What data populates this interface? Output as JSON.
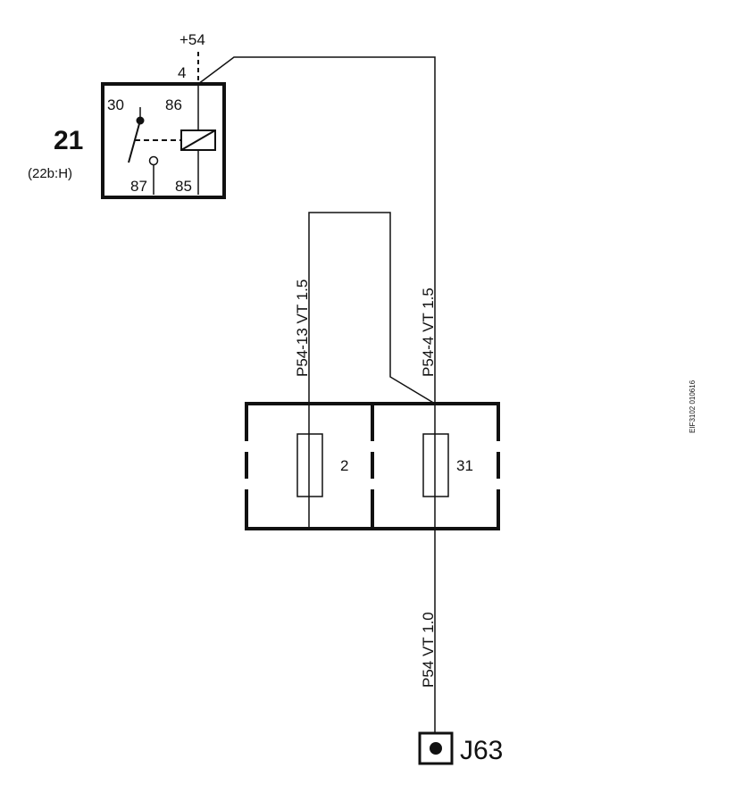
{
  "relay": {
    "number": "21",
    "location": "(22b:H)",
    "pin_30": "30",
    "pin_86": "86",
    "pin_87": "87",
    "pin_85": "85",
    "supply_pin": "4",
    "supply": "+54"
  },
  "wires": {
    "p54_13": "P54-13  VT  1.5",
    "p54_4": "P54-4  VT  1.5",
    "p54": "P54  VT  1.0"
  },
  "fuses": {
    "left_label": "2",
    "right_label": "31"
  },
  "connector": {
    "label": "J63"
  },
  "figure_code": "EIF3102 010616",
  "colors": {
    "line": "#111111",
    "background": "#ffffff"
  }
}
